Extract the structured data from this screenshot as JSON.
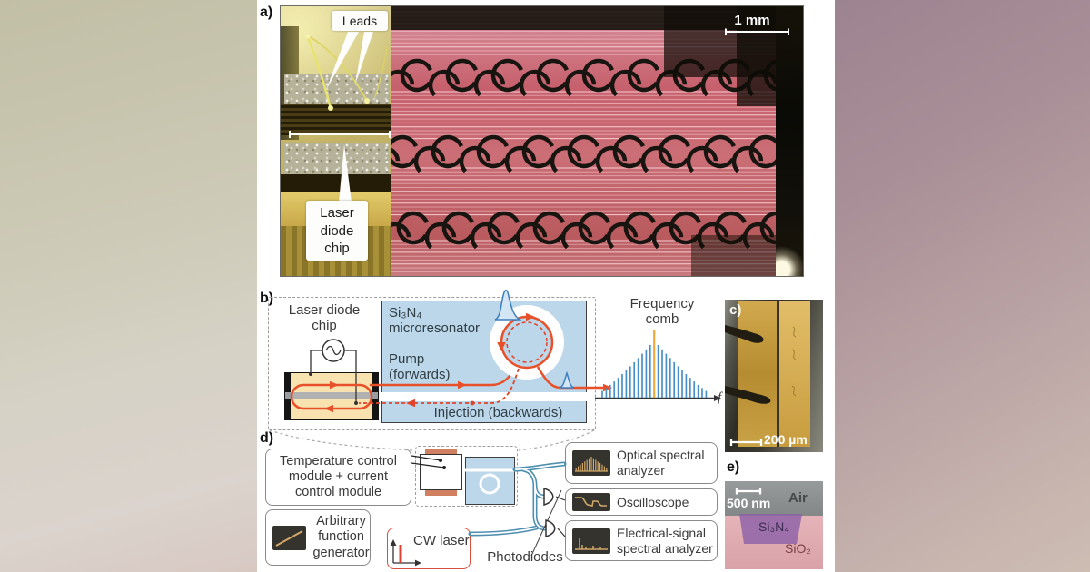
{
  "panels": {
    "a": {
      "label": "a)",
      "leads": "Leads",
      "chip_lines": [
        "Laser",
        "diode",
        "chip"
      ],
      "scale": "1 mm"
    },
    "b": {
      "label": "b)",
      "chip_lines": [
        "Laser diode",
        "chip"
      ],
      "resonator_lines": [
        "Si₃N₄",
        "microresonator"
      ],
      "pump_lines": [
        "Pump",
        "(forwards)"
      ],
      "injection": "Injection (backwards)",
      "comb_lines": [
        "Frequency",
        "comb"
      ],
      "f_axis": "f"
    },
    "c": {
      "label": "c)",
      "scale": "200 µm"
    },
    "d": {
      "label": "d)",
      "temp_lines": [
        "Temperature control",
        "module + current",
        "control module"
      ],
      "afg_lines": [
        "Arbitrary",
        "function",
        "generator"
      ],
      "cw": "CW laser",
      "photodiodes": "Photodiodes",
      "osa_lines": [
        "Optical spectral",
        "analyzer"
      ],
      "osc": "Oscilloscope",
      "esa_lines": [
        "Electrical-signal",
        "spectral analyzer"
      ]
    },
    "e": {
      "label": "e)",
      "scale": "500 nm",
      "air": "Air",
      "si3n4": "Si₃N₄",
      "sio2": "SiO₂"
    }
  },
  "colors": {
    "orange": "#e8502a",
    "dashed_red": "#e0432a",
    "blue_box": "#bcd7ea",
    "comb_blue": "#4a90c8",
    "comb_center": "#f2a93b",
    "fiber_blue": "#4f8fb0",
    "icon_bg": "#34332e",
    "icon_trace": "#d2a868",
    "cw_red": "#d94f3d",
    "pulse_fill": "#d4e6f4",
    "pulse_stroke": "#3d7fbf",
    "ring_black": "#181410",
    "waveguide_line": "#ffdfe4"
  }
}
